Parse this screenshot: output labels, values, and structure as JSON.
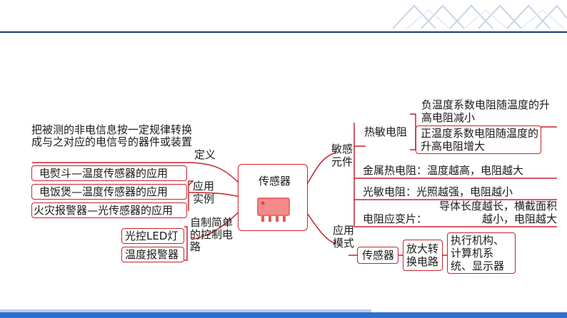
{
  "center": {
    "title": "传感器"
  },
  "left": {
    "definition": {
      "label": "定义",
      "text": "把被测的非电信息按一定规律转换成与之对应的电信号的器件或装置"
    },
    "applications": {
      "label": "应用实例",
      "items": [
        "电熨斗—温度传感器的应用",
        "电饭煲—温度传感器的应用",
        "火灾报警器—光传感器的应用"
      ]
    },
    "circuits": {
      "label": "自制简单的控制电路",
      "items": [
        "光控LED灯",
        "温度报警器"
      ]
    }
  },
  "right": {
    "sensitive": {
      "label": "敏感元件",
      "thermistor": {
        "label": "热敏电阻",
        "ntc": "负温度系数电阻随温度的升高电阻减小",
        "ptc": "正温度系数电阻随温度的升高电阻增大"
      },
      "metal": "金属热电阻：温度越高，电阻越大",
      "photo": "光敏电阻：光照越强，电阻越小",
      "strain": {
        "label": "电阻应变片：",
        "text": "导体长度越长，横截面积越小，电阻越大"
      }
    },
    "mode": {
      "label": "应用模式",
      "sensor": "传感器",
      "amplifier": "放大转换电路",
      "actuator": "执行机构、计算机系统、显示器"
    }
  },
  "colors": {
    "accent": "#c9232f",
    "line": "#c9232f",
    "navy": "#1c3b6e",
    "blue": "#2f6fd3"
  }
}
